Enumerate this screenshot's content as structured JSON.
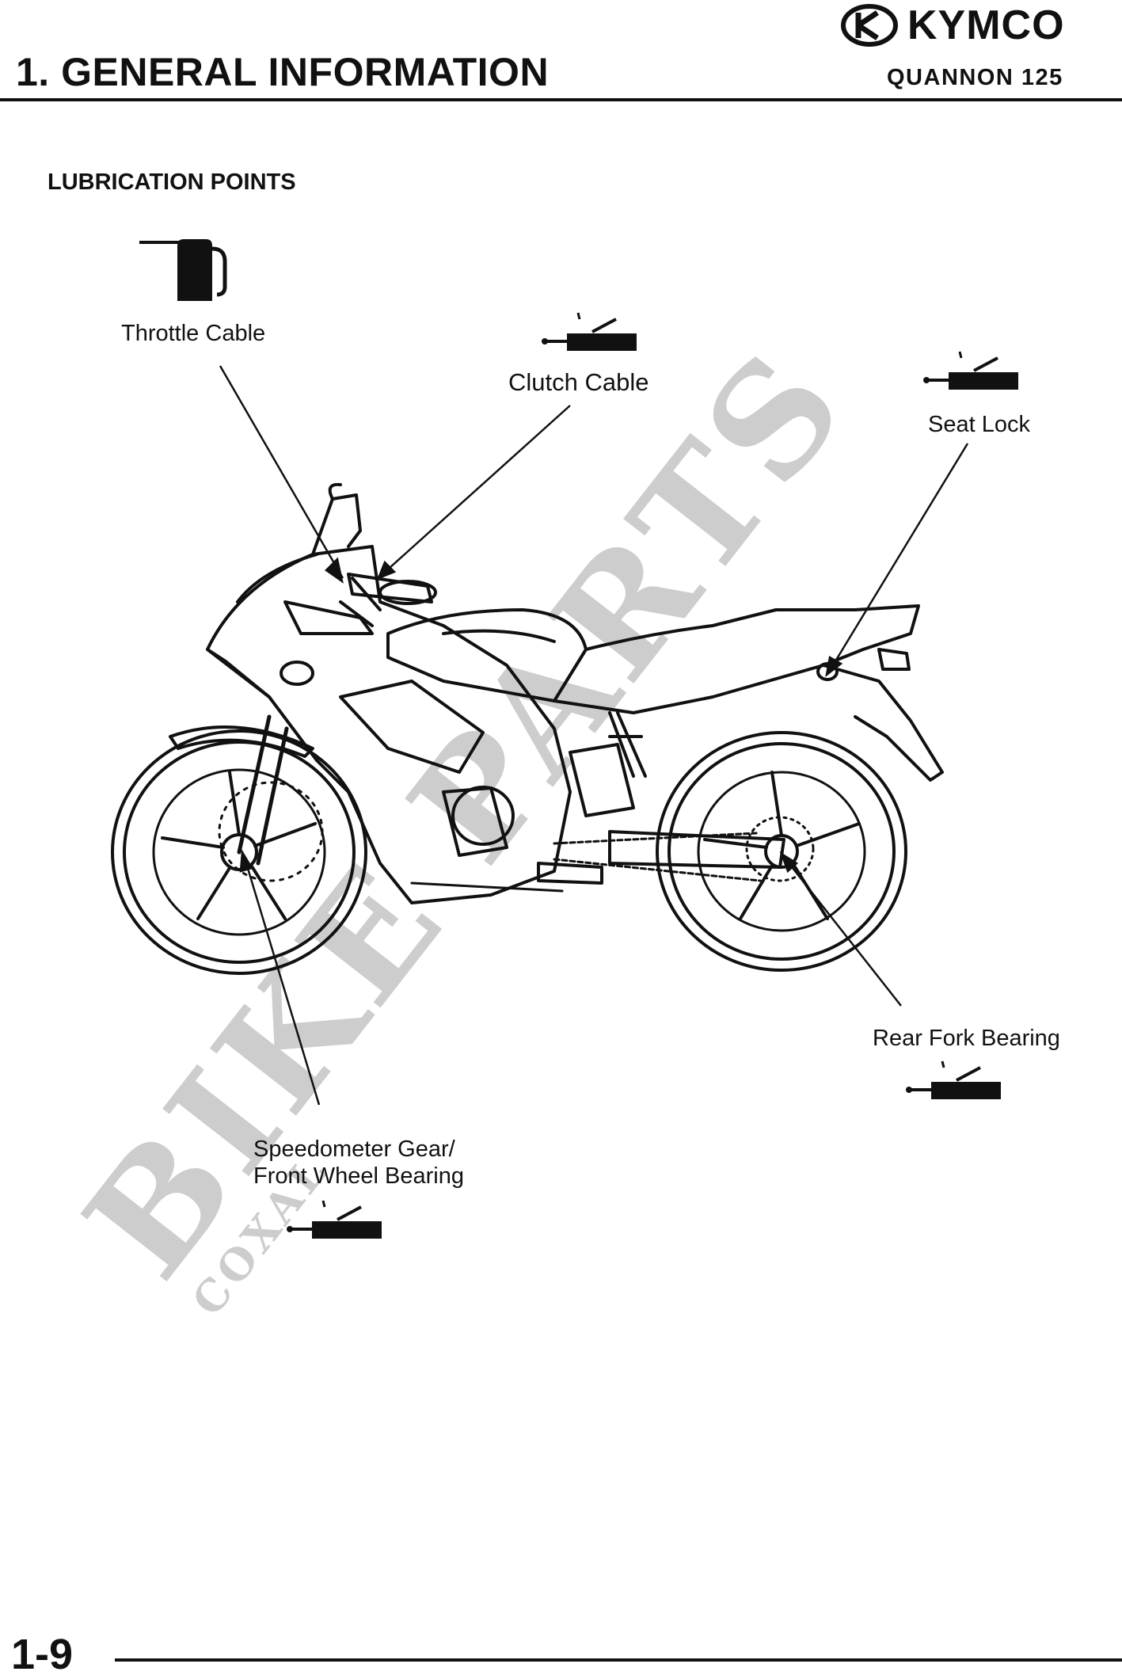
{
  "header": {
    "brand": "KYMCO",
    "chapter_title": "1. GENERAL INFORMATION",
    "model": "QUANNON 125"
  },
  "section": {
    "title": "LUBRICATION POINTS"
  },
  "callouts": {
    "throttle_cable": "Throttle Cable",
    "clutch_cable": "Clutch Cable",
    "seat_lock": "Seat Lock",
    "rear_fork_bearing": "Rear Fork Bearing",
    "speedometer_line1": "Speedometer Gear/",
    "speedometer_line2": "Front Wheel Bearing"
  },
  "watermark": {
    "text": "BIKE PARTS",
    "subtext": "COXAL"
  },
  "footer": {
    "page_number": "1-9"
  },
  "icons": {
    "oil_can": "oil-can-icon",
    "grease_gun": "grease-gun-icon"
  },
  "colors": {
    "ink": "#111111",
    "watermark": "#c8c8c8"
  }
}
